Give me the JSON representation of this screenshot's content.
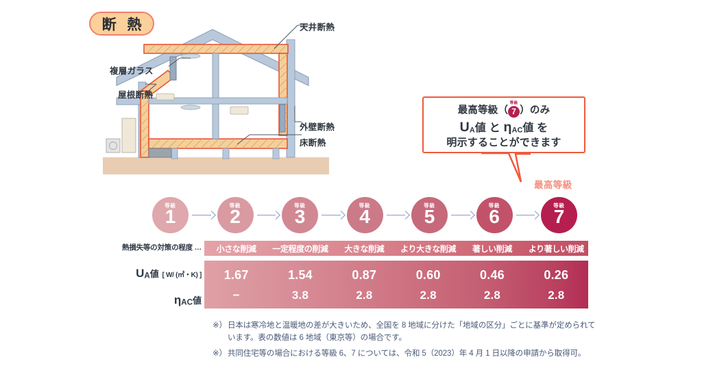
{
  "title_badge": {
    "label": "断 熱"
  },
  "house": {
    "labels": {
      "ceiling": "天井断熱",
      "glass": "複層ガラス",
      "roof": "屋根断熱",
      "wall": "外壁断熱",
      "floor": "床断熱"
    }
  },
  "bubble": {
    "line1_pre": "最高等級（",
    "ruby": "等級",
    "grade": "7",
    "line1_post": "）のみ",
    "line2_u": "U",
    "line2_usub": "A",
    "line2_uval": "値 と ",
    "line2_eta": "η",
    "line2_etasub": "AC",
    "line2_etaval": "値 を",
    "line3": "明示することができます"
  },
  "top_grade_caption": "最高等級",
  "grades": [
    {
      "ruby": "等級",
      "number": "1",
      "color": "#dea8ac"
    },
    {
      "ruby": "等級",
      "number": "2",
      "color": "#d99aa2"
    },
    {
      "ruby": "等級",
      "number": "3",
      "color": "#d18893"
    },
    {
      "ruby": "等級",
      "number": "4",
      "color": "#cb7a88"
    },
    {
      "ruby": "等級",
      "number": "5",
      "color": "#c66a7b"
    },
    {
      "ruby": "等級",
      "number": "6",
      "color": "#c2526a"
    },
    {
      "ruby": "等級",
      "number": "7",
      "color": "#b51f4f"
    }
  ],
  "table": {
    "row_label_measure": "熱損失等の対策の程度 …",
    "row_label_ua_main": "U",
    "row_label_ua_sub": "A",
    "row_label_ua_tail": "値",
    "row_label_ua_unit": "[ W/ (㎡・K) ]",
    "row_label_eta_main": "η",
    "row_label_eta_sub": "AC",
    "row_label_eta_tail": "値",
    "headers": [
      "小さな削減",
      "一定程度の削減",
      "大きな削減",
      "より大きな削減",
      "著しい削減",
      "より著しい削減"
    ],
    "ua_values": [
      "1.67",
      "1.54",
      "0.87",
      "0.60",
      "0.46",
      "0.26"
    ],
    "eta_values": [
      "−",
      "3.8",
      "2.8",
      "2.8",
      "2.8",
      "2.8"
    ]
  },
  "footnotes": [
    {
      "mark": "※）",
      "text": "日本は寒冷地と温暖地の差が大きいため、全国を 8 地域に分けた「地域の区分」ごとに基準が定められています。表の数値は 6 地域（東京等）の場合です。"
    },
    {
      "mark": "※）",
      "text": "共同住宅等の場合における等級 6、7 については、令和 5（2023）年 4 月 1 日以降の申請から取得可。"
    }
  ],
  "colors": {
    "badge_fill": "#fbd09a",
    "badge_border": "#f0806c",
    "bubble_border": "#ef5a3c",
    "top_grade": "#f4907f",
    "arrow": "#8b9dc3",
    "insulation": "#f5cf9a",
    "structure": "#b9c9db",
    "outline_red": "#e8543a",
    "ground": "#e8cdb3"
  }
}
